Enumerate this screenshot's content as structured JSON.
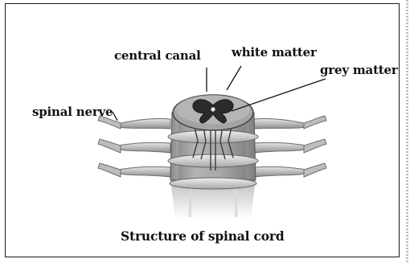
{
  "labels": {
    "central_canal": "central canal",
    "white_matter": "white matter",
    "grey_matter": "grey matter",
    "spinal_nerve": "spinal nerve"
  },
  "caption": "Structure of spinal cord"
}
